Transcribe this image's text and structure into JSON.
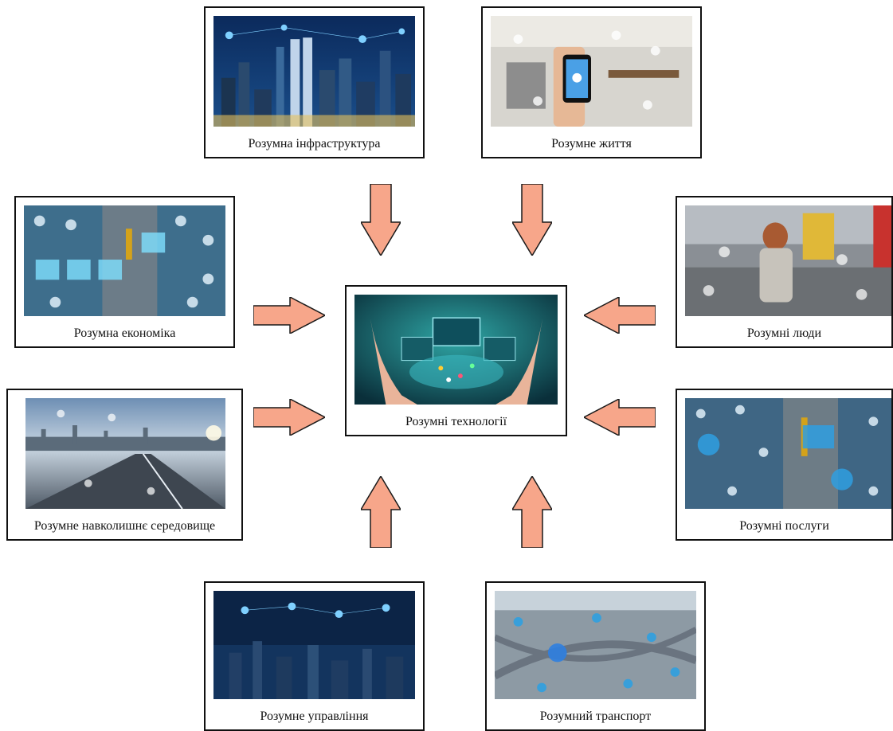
{
  "center": {
    "label": "Розумні технології"
  },
  "nodes": {
    "infrastructure": {
      "label": "Розумна інфраструктура"
    },
    "living": {
      "label": "Розумне життя"
    },
    "economy": {
      "label": "Розумна економіка"
    },
    "people": {
      "label": "Розумні люди"
    },
    "environment": {
      "label": "Розумне навколишнє середовище"
    },
    "services": {
      "label": "Розумні послуги"
    },
    "governance": {
      "label": "Розумне управління"
    },
    "transport": {
      "label": "Розумний транспорт"
    }
  },
  "colors": {
    "arrow_fill": "#f7a68a",
    "arrow_stroke": "#1a1a1a",
    "border": "#111111"
  }
}
